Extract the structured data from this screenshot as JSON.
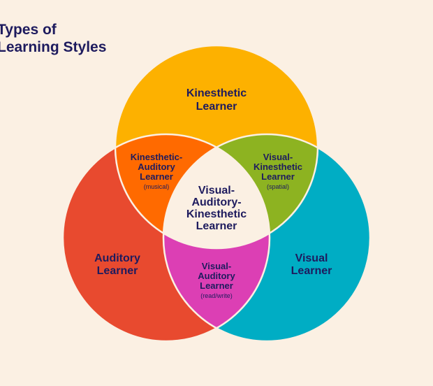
{
  "title": {
    "line1": "Types of",
    "line2": "Learning Styles"
  },
  "colors": {
    "background": "#fbf0e3",
    "kinesthetic": "#fdb100",
    "auditory": "#e84a2f",
    "visual": "#00adc4",
    "kinesthetic_auditory": "#ff6a00",
    "visual_kinesthetic": "#8db321",
    "visual_auditory": "#dc3fb4",
    "center": "#fbf0e3",
    "text": "#1e1b5e"
  },
  "regions": {
    "kinesthetic": {
      "line1": "Kinesthetic",
      "line2": "Learner"
    },
    "auditory": {
      "line1": "Auditory",
      "line2": "Learner"
    },
    "visual": {
      "line1": "Visual",
      "line2": "Learner"
    },
    "kinesthetic_auditory": {
      "line1": "Kinesthetic-",
      "line2": "Auditory",
      "line3": "Learner",
      "note": "(musical)"
    },
    "visual_kinesthetic": {
      "line1": "Visual-",
      "line2": "Kinesthetic",
      "line3": "Learner",
      "note": "(spatial)"
    },
    "visual_auditory": {
      "line1": "Visual-",
      "line2": "Auditory",
      "line3": "Learner",
      "note": "(read/write)"
    },
    "center": {
      "line1": "Visual-",
      "line2": "Auditory-",
      "line3": "Kinesthetic",
      "line4": "Learner"
    }
  }
}
